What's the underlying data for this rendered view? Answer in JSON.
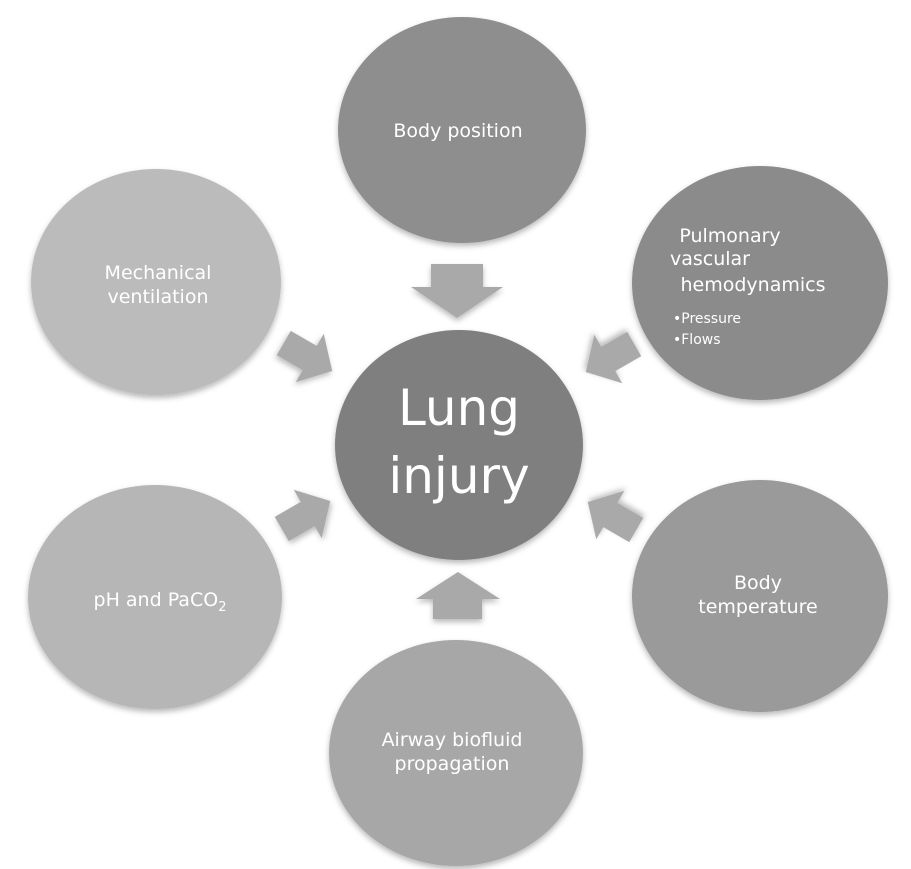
{
  "center": {
    "line1": "Lung",
    "line2": "injury"
  },
  "nodes": {
    "body_position": {
      "label": "Body position"
    },
    "pulmonary": {
      "line1": "Pulmonary",
      "line2": "vascular",
      "line3": "hemodynamics",
      "bullets": [
        "•Pressure",
        "•Flows"
      ]
    },
    "body_temperature": {
      "line1": "Body",
      "line2": "temperature"
    },
    "airway": {
      "line1": "Airway biofluid",
      "line2": "propagation"
    },
    "ph": {
      "main": "pH and PaCO",
      "sub": "2"
    },
    "mechanical": {
      "line1": "Mechanical",
      "line2": "ventilation"
    }
  },
  "colors": {
    "center_fill": "#7f7f7f",
    "body_position_fill": "#8e8e8e",
    "pulmonary_fill": "#8b8b8b",
    "body_temperature_fill": "#9a9a9a",
    "airway_fill": "#a7a7a7",
    "ph_fill": "#b6b6b6",
    "mechanical_fill": "#bbbbbb",
    "arrow_fill": "#a9a9a9",
    "text": "#ffffff"
  }
}
